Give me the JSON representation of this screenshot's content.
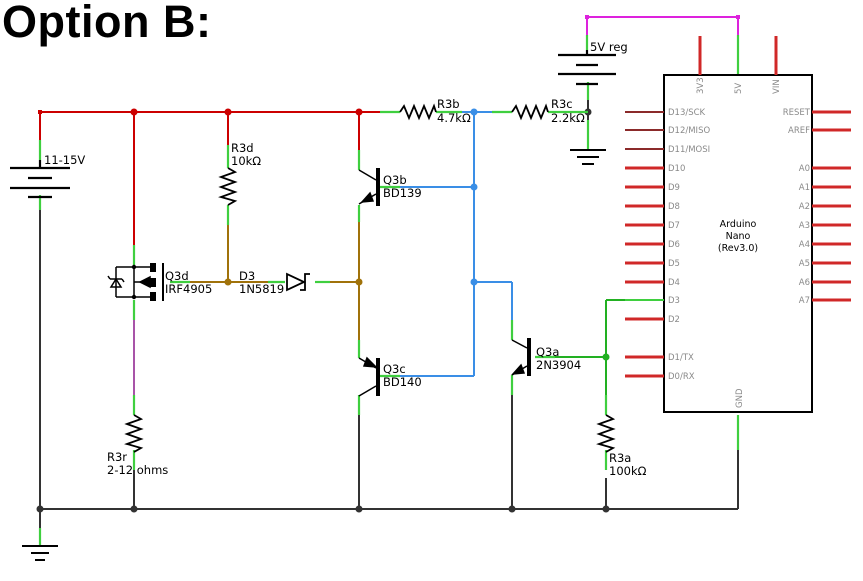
{
  "title": "Option B:",
  "colors": {
    "supply_wire": "#cc0000",
    "gate_wire": "#a0720a",
    "signal_wire": "#3a8ee6",
    "d3_wire": "#22b022",
    "ground_wire": "#333333",
    "reg_wire": "#dd22dd",
    "load_wire": "#8b1a8b",
    "pin_green": "#3fcf3f",
    "arduino_pin": "#d02828"
  },
  "components": {
    "battery_main": {
      "label": "11-15V"
    },
    "battery_reg": {
      "label": "5V reg"
    },
    "r3d": {
      "name": "R3d",
      "value": "10kΩ"
    },
    "r3b": {
      "name": "R3b",
      "value": "4.7kΩ"
    },
    "r3c": {
      "name": "R3c",
      "value": "2.2kΩ"
    },
    "r3r": {
      "name": "R3r",
      "value": "2-12 ohms"
    },
    "r3a": {
      "name": "R3a",
      "value": "100kΩ"
    },
    "q3d": {
      "name": "Q3d",
      "part": "IRF4905"
    },
    "d3": {
      "name": "D3",
      "part": "1N5819"
    },
    "q3b": {
      "name": "Q3b",
      "part": "BD139"
    },
    "q3c": {
      "name": "Q3c",
      "part": "BD140"
    },
    "q3a": {
      "name": "Q3a",
      "part": "2N3904"
    }
  },
  "arduino": {
    "line1": "Arduino",
    "line2": "Nano",
    "line3": "(Rev3.0)",
    "top_pins": [
      "3V3",
      "5V",
      "VIN"
    ],
    "bottom_pin": "GND",
    "left_pins": [
      "D13/SCK",
      "D12/MISO",
      "D11/MOSI",
      "D10",
      "D9",
      "D8",
      "D7",
      "D6",
      "D5",
      "D4",
      "D3",
      "D2",
      "D1/TX",
      "D0/RX"
    ],
    "right_pins": [
      "RESET",
      "AREF",
      "A0",
      "A1",
      "A2",
      "A3",
      "A4",
      "A5",
      "A6",
      "A7"
    ]
  }
}
